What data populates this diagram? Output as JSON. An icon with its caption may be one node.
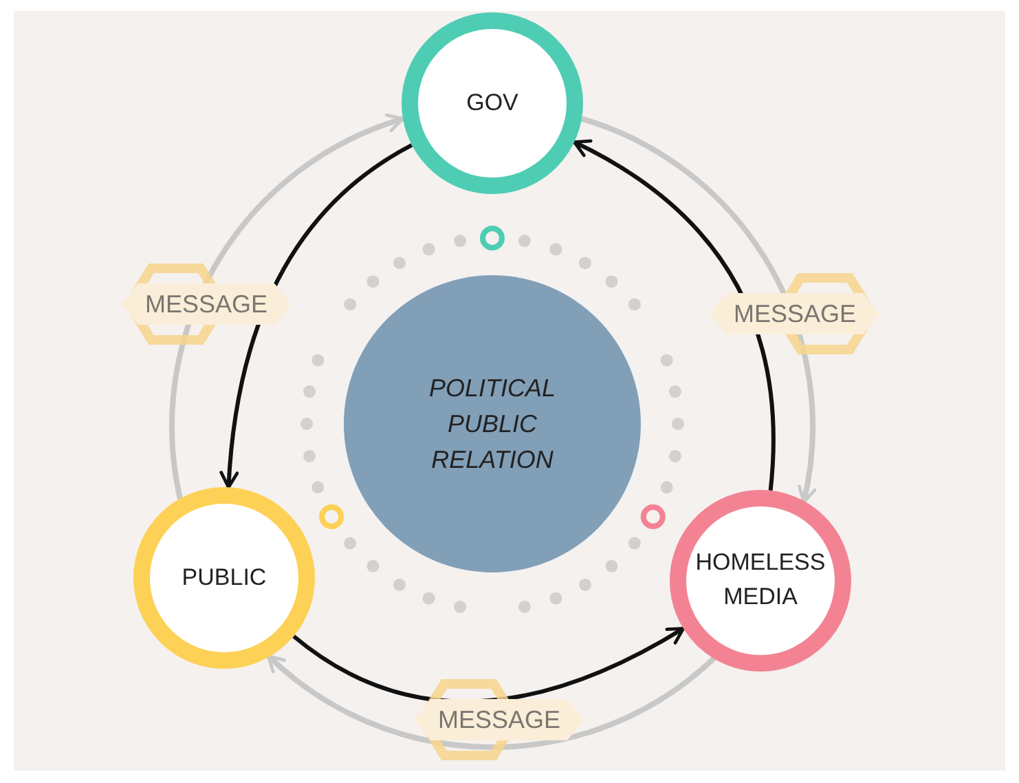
{
  "diagram": {
    "nodes": [
      {
        "text": [
          "GOV"
        ]
      },
      {
        "text": [
          "PUBLIC"
        ]
      },
      {
        "text": [
          "HOMELESS MEDIA"
        ]
      },
      {
        "text": [
          "POLITICAL PUBLIC RELATION"
        ]
      }
    ],
    "edges": [
      {
        "from": 0,
        "to": 1,
        "arrow": "to"
      },
      {
        "from": 1,
        "to": 2,
        "arrow": "to"
      },
      {
        "from": 2,
        "to": 0,
        "arrow": "to"
      },
      {
        "from": 1,
        "to": 0,
        "arrow": "to",
        "label": "MESSAGE",
        "color": "#c8c8c8"
      },
      {
        "from": 0,
        "to": 2,
        "arrow": "to",
        "label": "MESSAGE",
        "color": "#c8c8c8"
      },
      {
        "from": 2,
        "to": 1,
        "arrow": "to",
        "label": "MESSAGE",
        "color": "#c8c8c8"
      }
    ]
  }
}
